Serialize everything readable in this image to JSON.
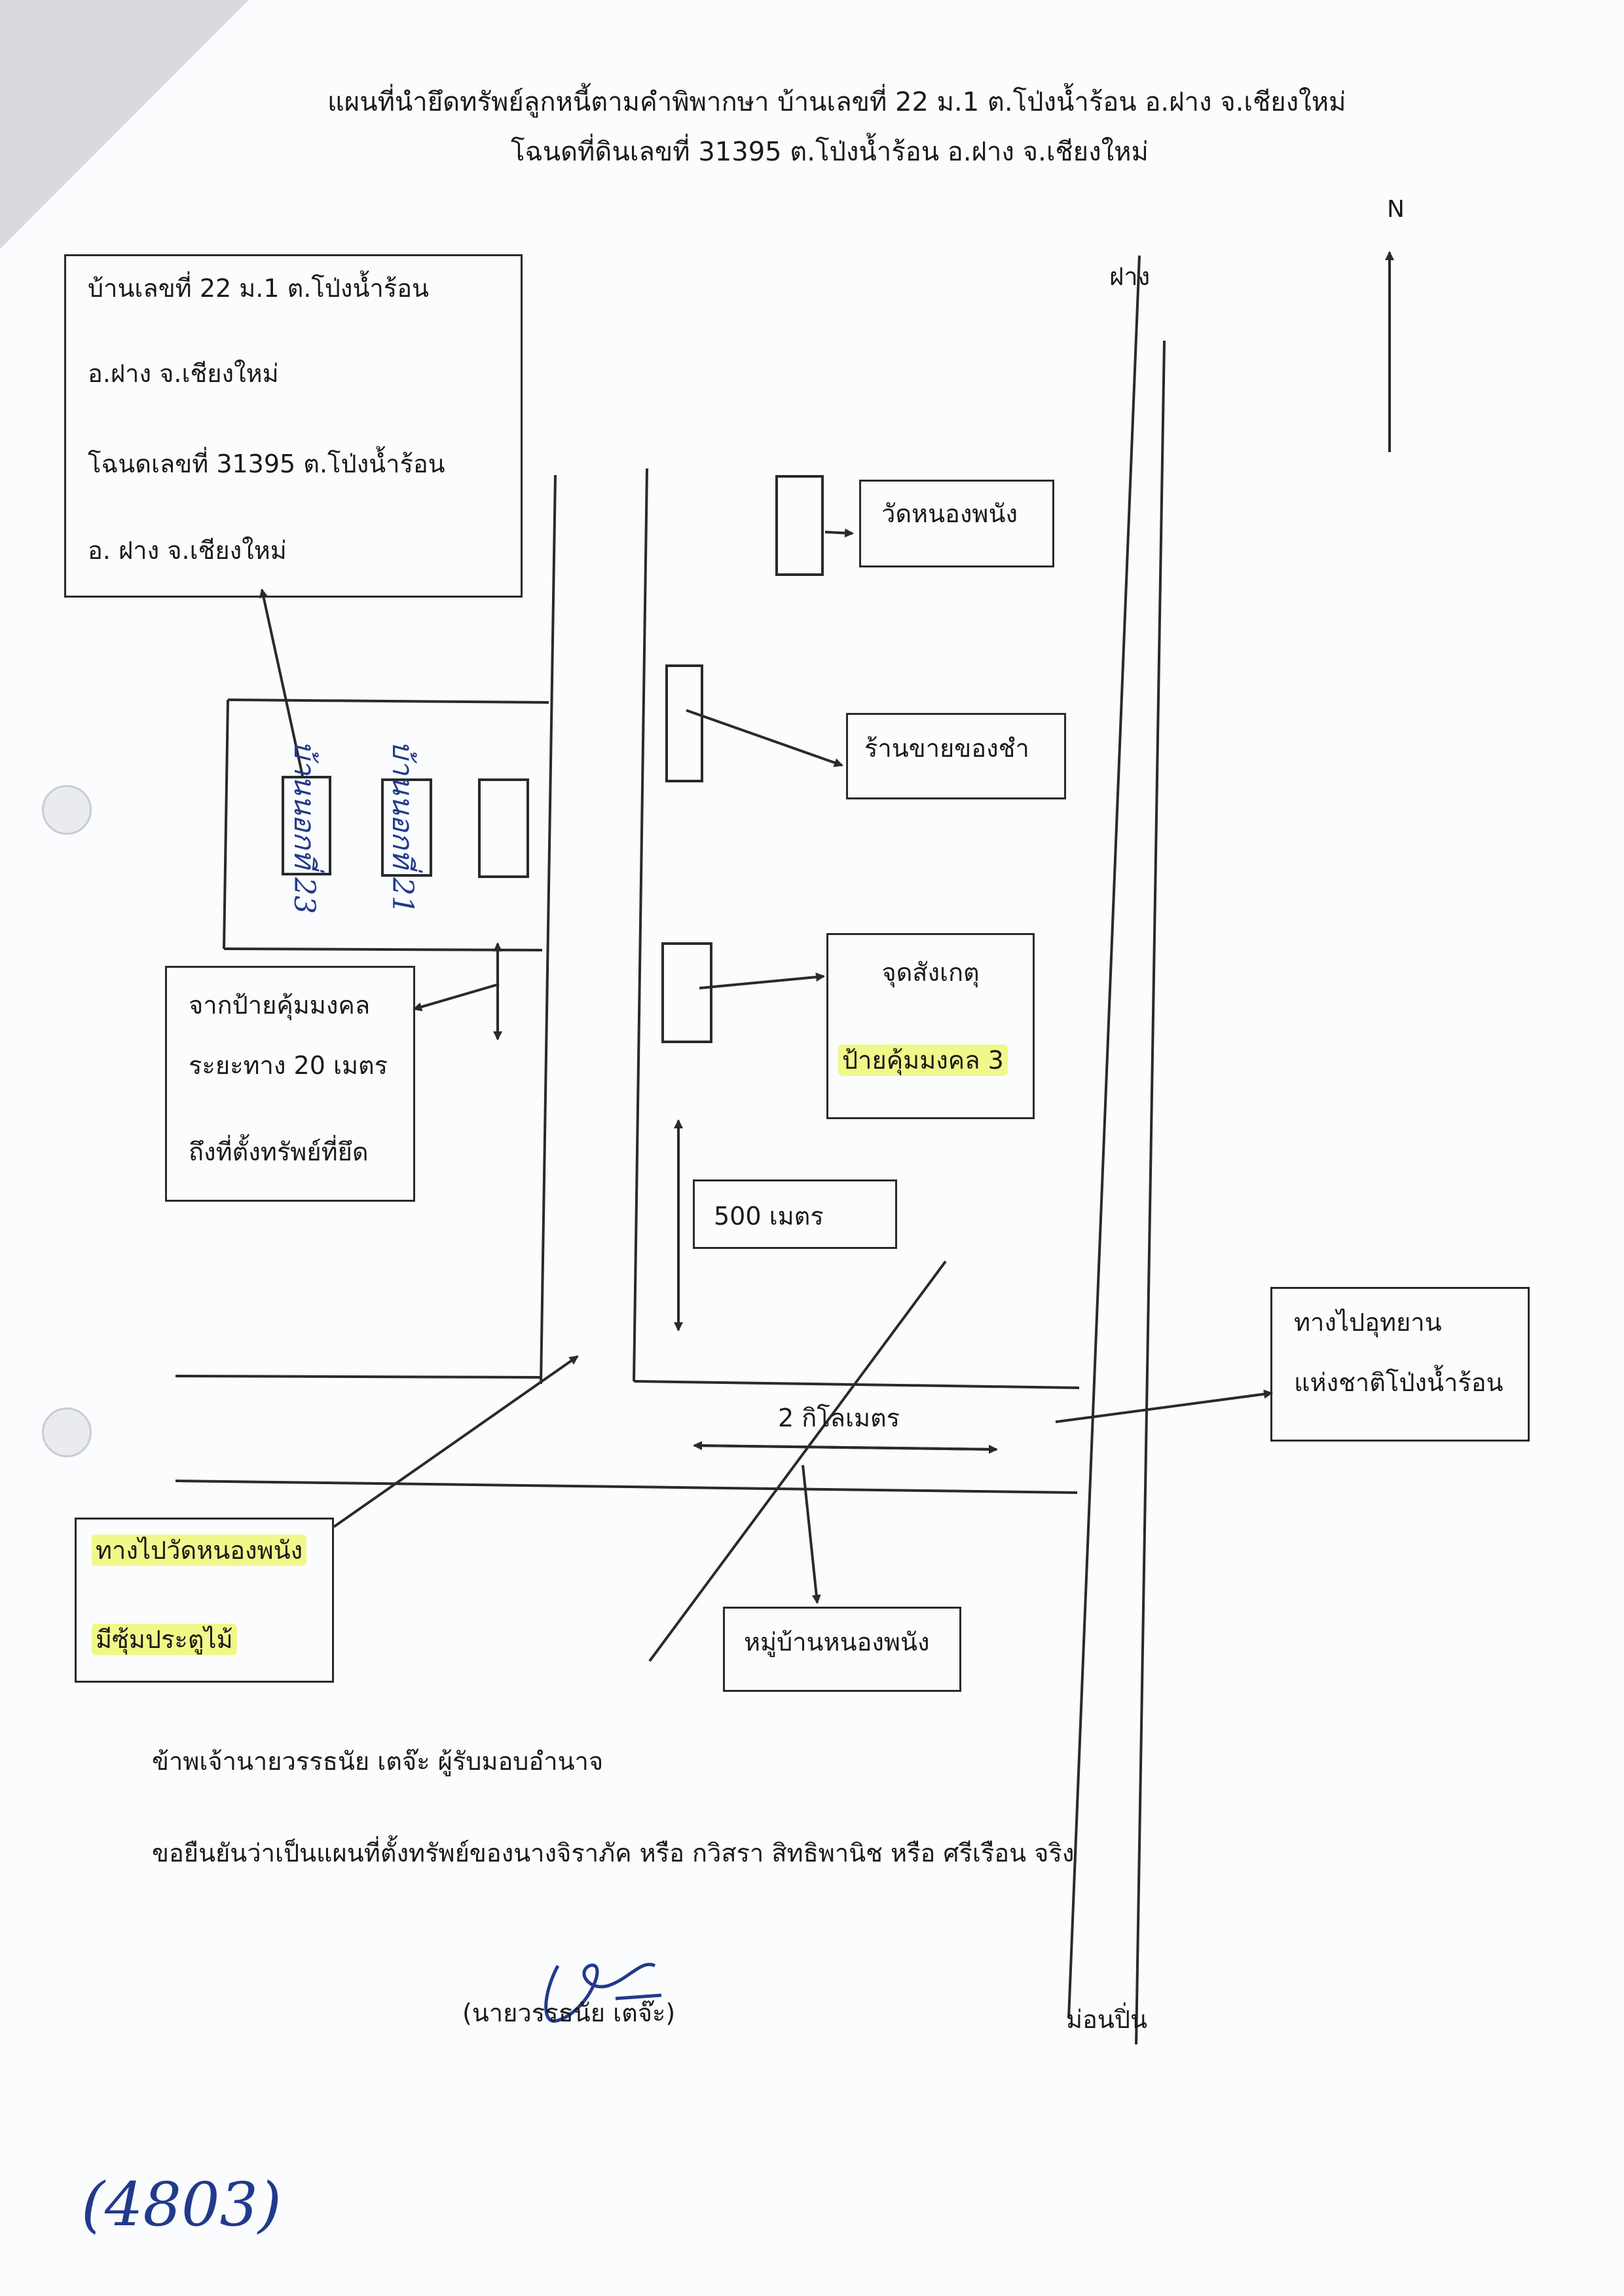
{
  "header": {
    "line1": "แผนที่นำยึดทรัพย์ลูกหนี้ตามคำพิพากษา บ้านเลขที่ 22 ม.1 ต.โป่งน้ำร้อน อ.ฝาง จ.เชียงใหม่",
    "line2": "โฉนดที่ดินเลขที่ 31395 ต.โป่งน้ำร้อน อ.ฝาง จ.เชียงใหม่"
  },
  "north_label": "N",
  "property_box": {
    "line1": "บ้านเลขที่ 22 ม.1 ต.โป่งน้ำร้อน",
    "line2": "อ.ฝาง จ.เชียงใหม่",
    "line3": "โฉนดเลขที่ 31395 ต.โป่งน้ำร้อน",
    "line4": "อ. ฝาง จ.เชียงใหม่"
  },
  "road_labels": {
    "top": "ฝาง",
    "bottom": "ม่อนปิ่น"
  },
  "places": {
    "temple": "วัดหนองพนัง",
    "grocery": "ร้านขายของชำ",
    "landmark_1": "จุดสังเกตุ",
    "landmark_2": "ป้ายคุ้มมงคล 3",
    "dist_500": "500 เมตร",
    "national_park_1": "ทางไปอุทยาน",
    "national_park_2": "แห่งชาติโป่งน้ำร้อน",
    "dist_2km": "2 กิโลเมตร",
    "village": "หมู่บ้านหนองพนัง"
  },
  "sign_box": {
    "line1": "จากป้ายคุ้มมงคล",
    "line2": "ระยะทาง 20 เมตร",
    "line3": "ถึงที่ตั้งทรัพย์ที่ยึด"
  },
  "to_temple_box": {
    "line1": "ทางไปวัดหนองพนัง",
    "line2": "มีซุ้มประตูไม้"
  },
  "handwritten_neighbors": [
    "บ้านนอกที่ 23",
    "บ้านนอกที่ 21"
  ],
  "attestation": {
    "line1": "ข้าพเจ้านายวรรธนัย เตจ๊ะ ผู้รับมอบอำนาจ",
    "line2": "ขอยืนยันว่าเป็นแผนที่ตั้งทรัพย์ของนางจิราภัค หรือ กวิสรา สิทธิพานิช หรือ ศรีเรือน จริง",
    "signer": "(นายวรรธนัย เตจ๊ะ)"
  },
  "case_number": "(4803)",
  "colors": {
    "highlight": "#f0f88a",
    "ink": "#223a8c",
    "line": "#2a2a2a"
  }
}
